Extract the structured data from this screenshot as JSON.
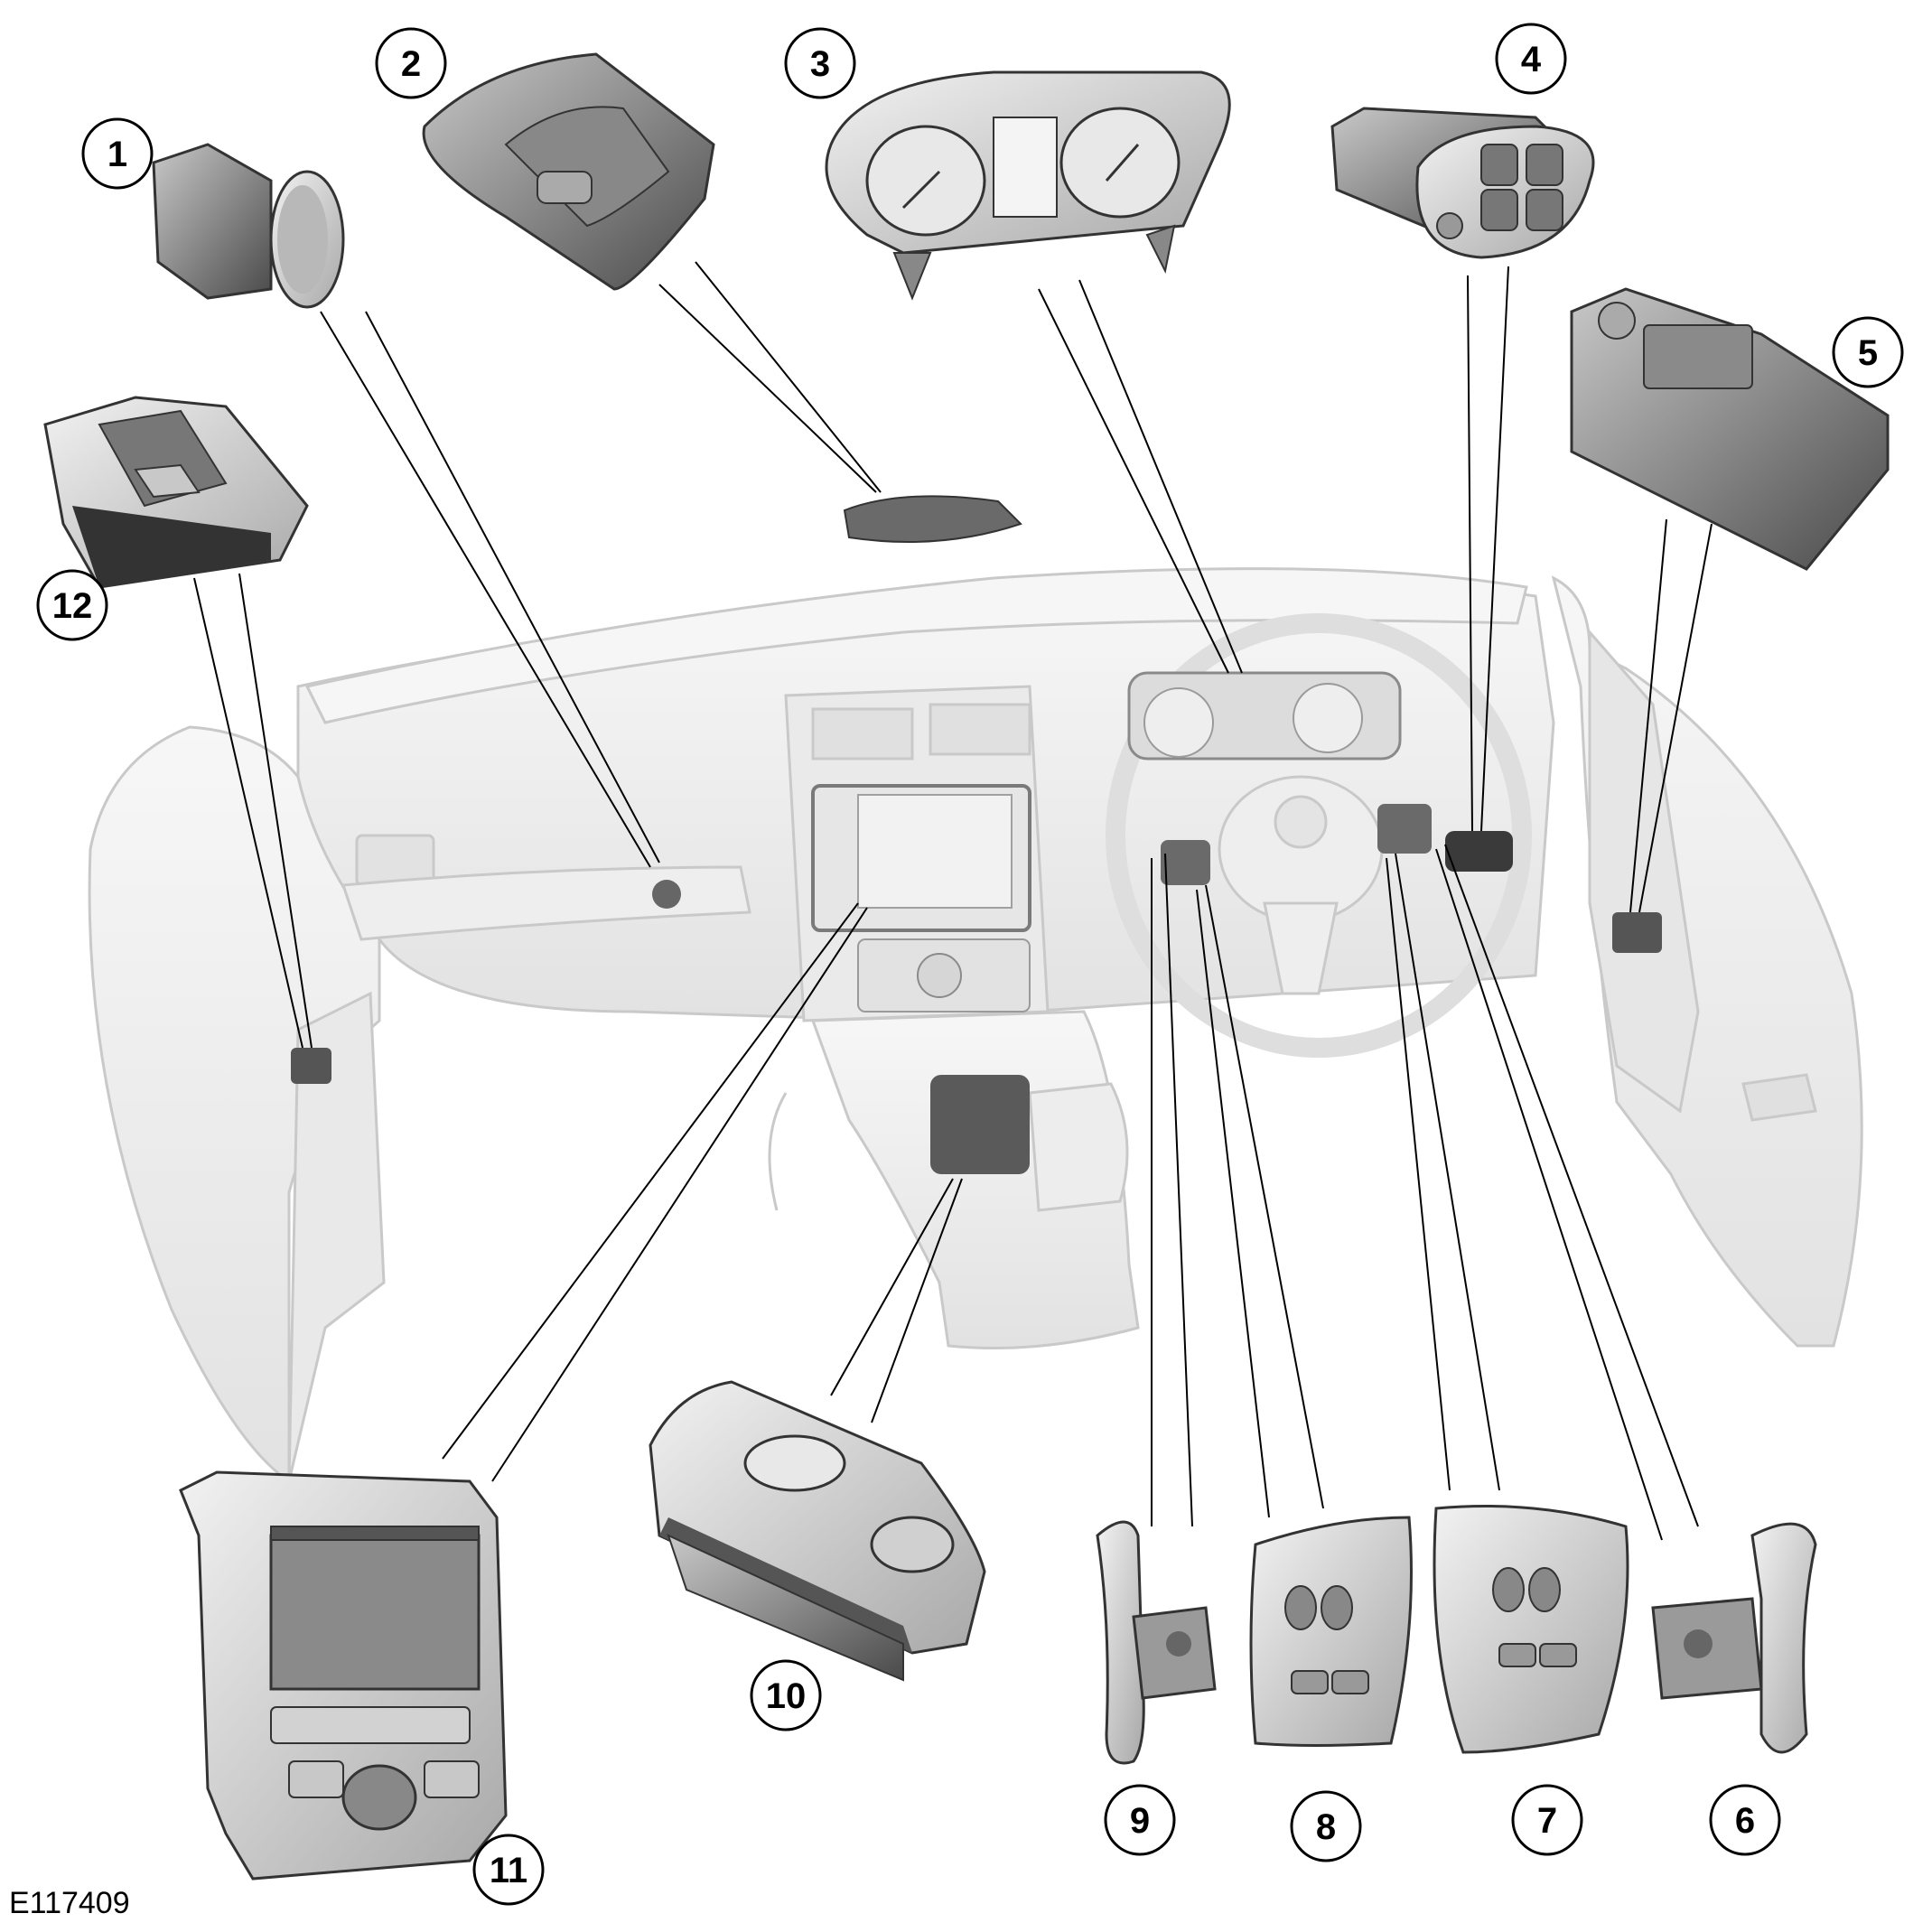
{
  "figure_id": "E117409",
  "callouts": [
    {
      "label": "1"
    },
    {
      "label": "2"
    },
    {
      "label": "3"
    },
    {
      "label": "4"
    },
    {
      "label": "5"
    },
    {
      "label": "6"
    },
    {
      "label": "7"
    },
    {
      "label": "8"
    },
    {
      "label": "9"
    },
    {
      "label": "10"
    },
    {
      "label": "11"
    },
    {
      "label": "12"
    }
  ],
  "colors": {
    "ghost_fill": "#f0f0f0",
    "ghost_stroke": "#c8c8c8",
    "part_dark": "#6e6e6e",
    "part_mid": "#9a9a9a",
    "part_light": "#d2d2d2",
    "leader": "#000000"
  }
}
